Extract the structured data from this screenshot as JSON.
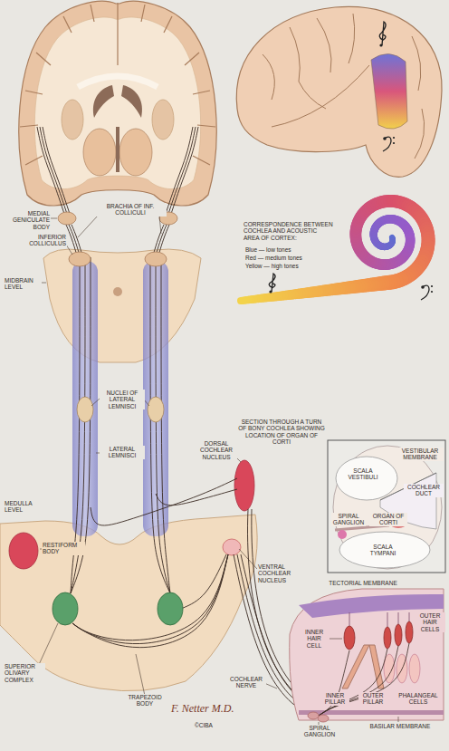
{
  "diagram": {
    "labels": [
      "MEDIAL GENICULATE BODY",
      "BRACHIA OF INF. COLLICULI",
      "CORRESPONDENCE BETWEEN COCHLEA AND ACOUSTIC AREA OF CORTEX:",
      "Blue — low tones",
      "Red — medium tones",
      "Yellow — high tones",
      "INFERIOR COLLICULUS",
      "MIDBRAIN LEVEL",
      "NUCLEI OF LATERAL LEMNISCI",
      "SECTION THROUGH A TURN OF BONY COCHLEA SHOWING LOCATION OF ORGAN OF CORTI",
      "DORSAL COCHLEAR NUCLEUS",
      "LATERAL LEMNISCI",
      "VESTIBULAR MEMBRANE",
      "SCALA VESTIBULI",
      "COCHLEAR DUCT",
      "MEDULLA LEVEL",
      "SPIRAL GANGLION",
      "ORGAN OF CORTI",
      "RESTIFORM BODY",
      "SCALA TYMPANI",
      "VENTRAL COCHLEAR NUCLEUS",
      "TECTORIAL MEMBRANE",
      "OUTER HAIR CELLS",
      "INNER HAIR CELL",
      "SUPERIOR OLIVARY COMPLEX",
      "COCHLEAR NERVE",
      "TRAPEZOID BODY",
      "INNER PILLAR",
      "OUTER PILLAR",
      "PHALANGEAL CELLS",
      "F. Netter M.D.",
      "BASILAR MEMBRANE",
      "©CIBA",
      "SPIRAL GANGLION"
    ]
  }
}
